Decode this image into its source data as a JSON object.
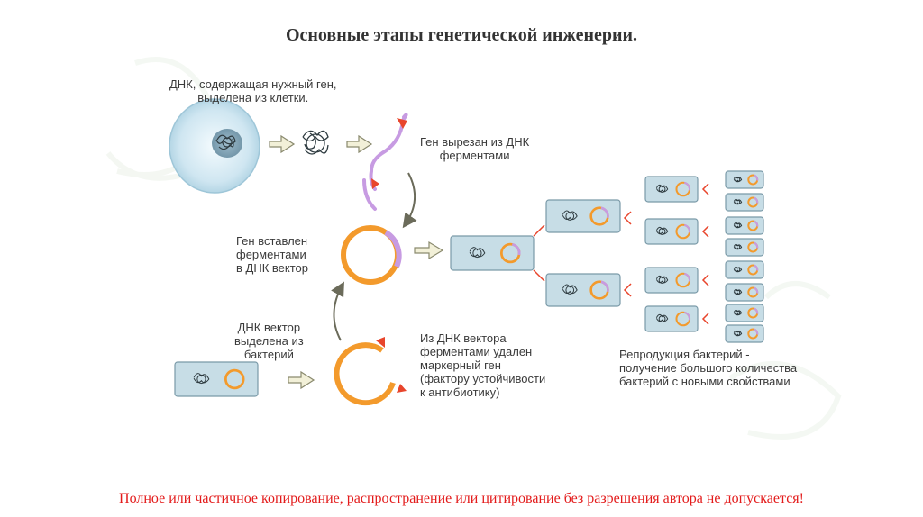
{
  "title": "Основные этапы генетической инженерии.",
  "labels": {
    "dna_isolated": "ДНК, содержащая нужный ген,\nвыделена из клетки.",
    "gene_cut": "Ген вырезан из ДНК\nферментами",
    "gene_inserted": "Ген вставлен\nферментами\nв ДНК вектор",
    "vector_isolated": "ДНК вектор\nвыделена из\nбактерий",
    "marker_removed": "Из ДНК вектора\nферментами удален\nмаркерный ген\n(фактору устойчивости\nк антибиотику)",
    "reproduction": "Репродукция бактерий -\nполучение большого количества\nбактерий с новыми свойствами"
  },
  "colors": {
    "plasmid": "#f39a2c",
    "gene": "#c79be2",
    "enzyme": "#e8452c",
    "bacterium_fill": "#c7dde6",
    "bacterium_stroke": "#7a9aa8",
    "footer": "#e31b1b"
  },
  "footer": "Полное или частичное копирование, распространение или цитирование без разрешения автора не допускается!"
}
